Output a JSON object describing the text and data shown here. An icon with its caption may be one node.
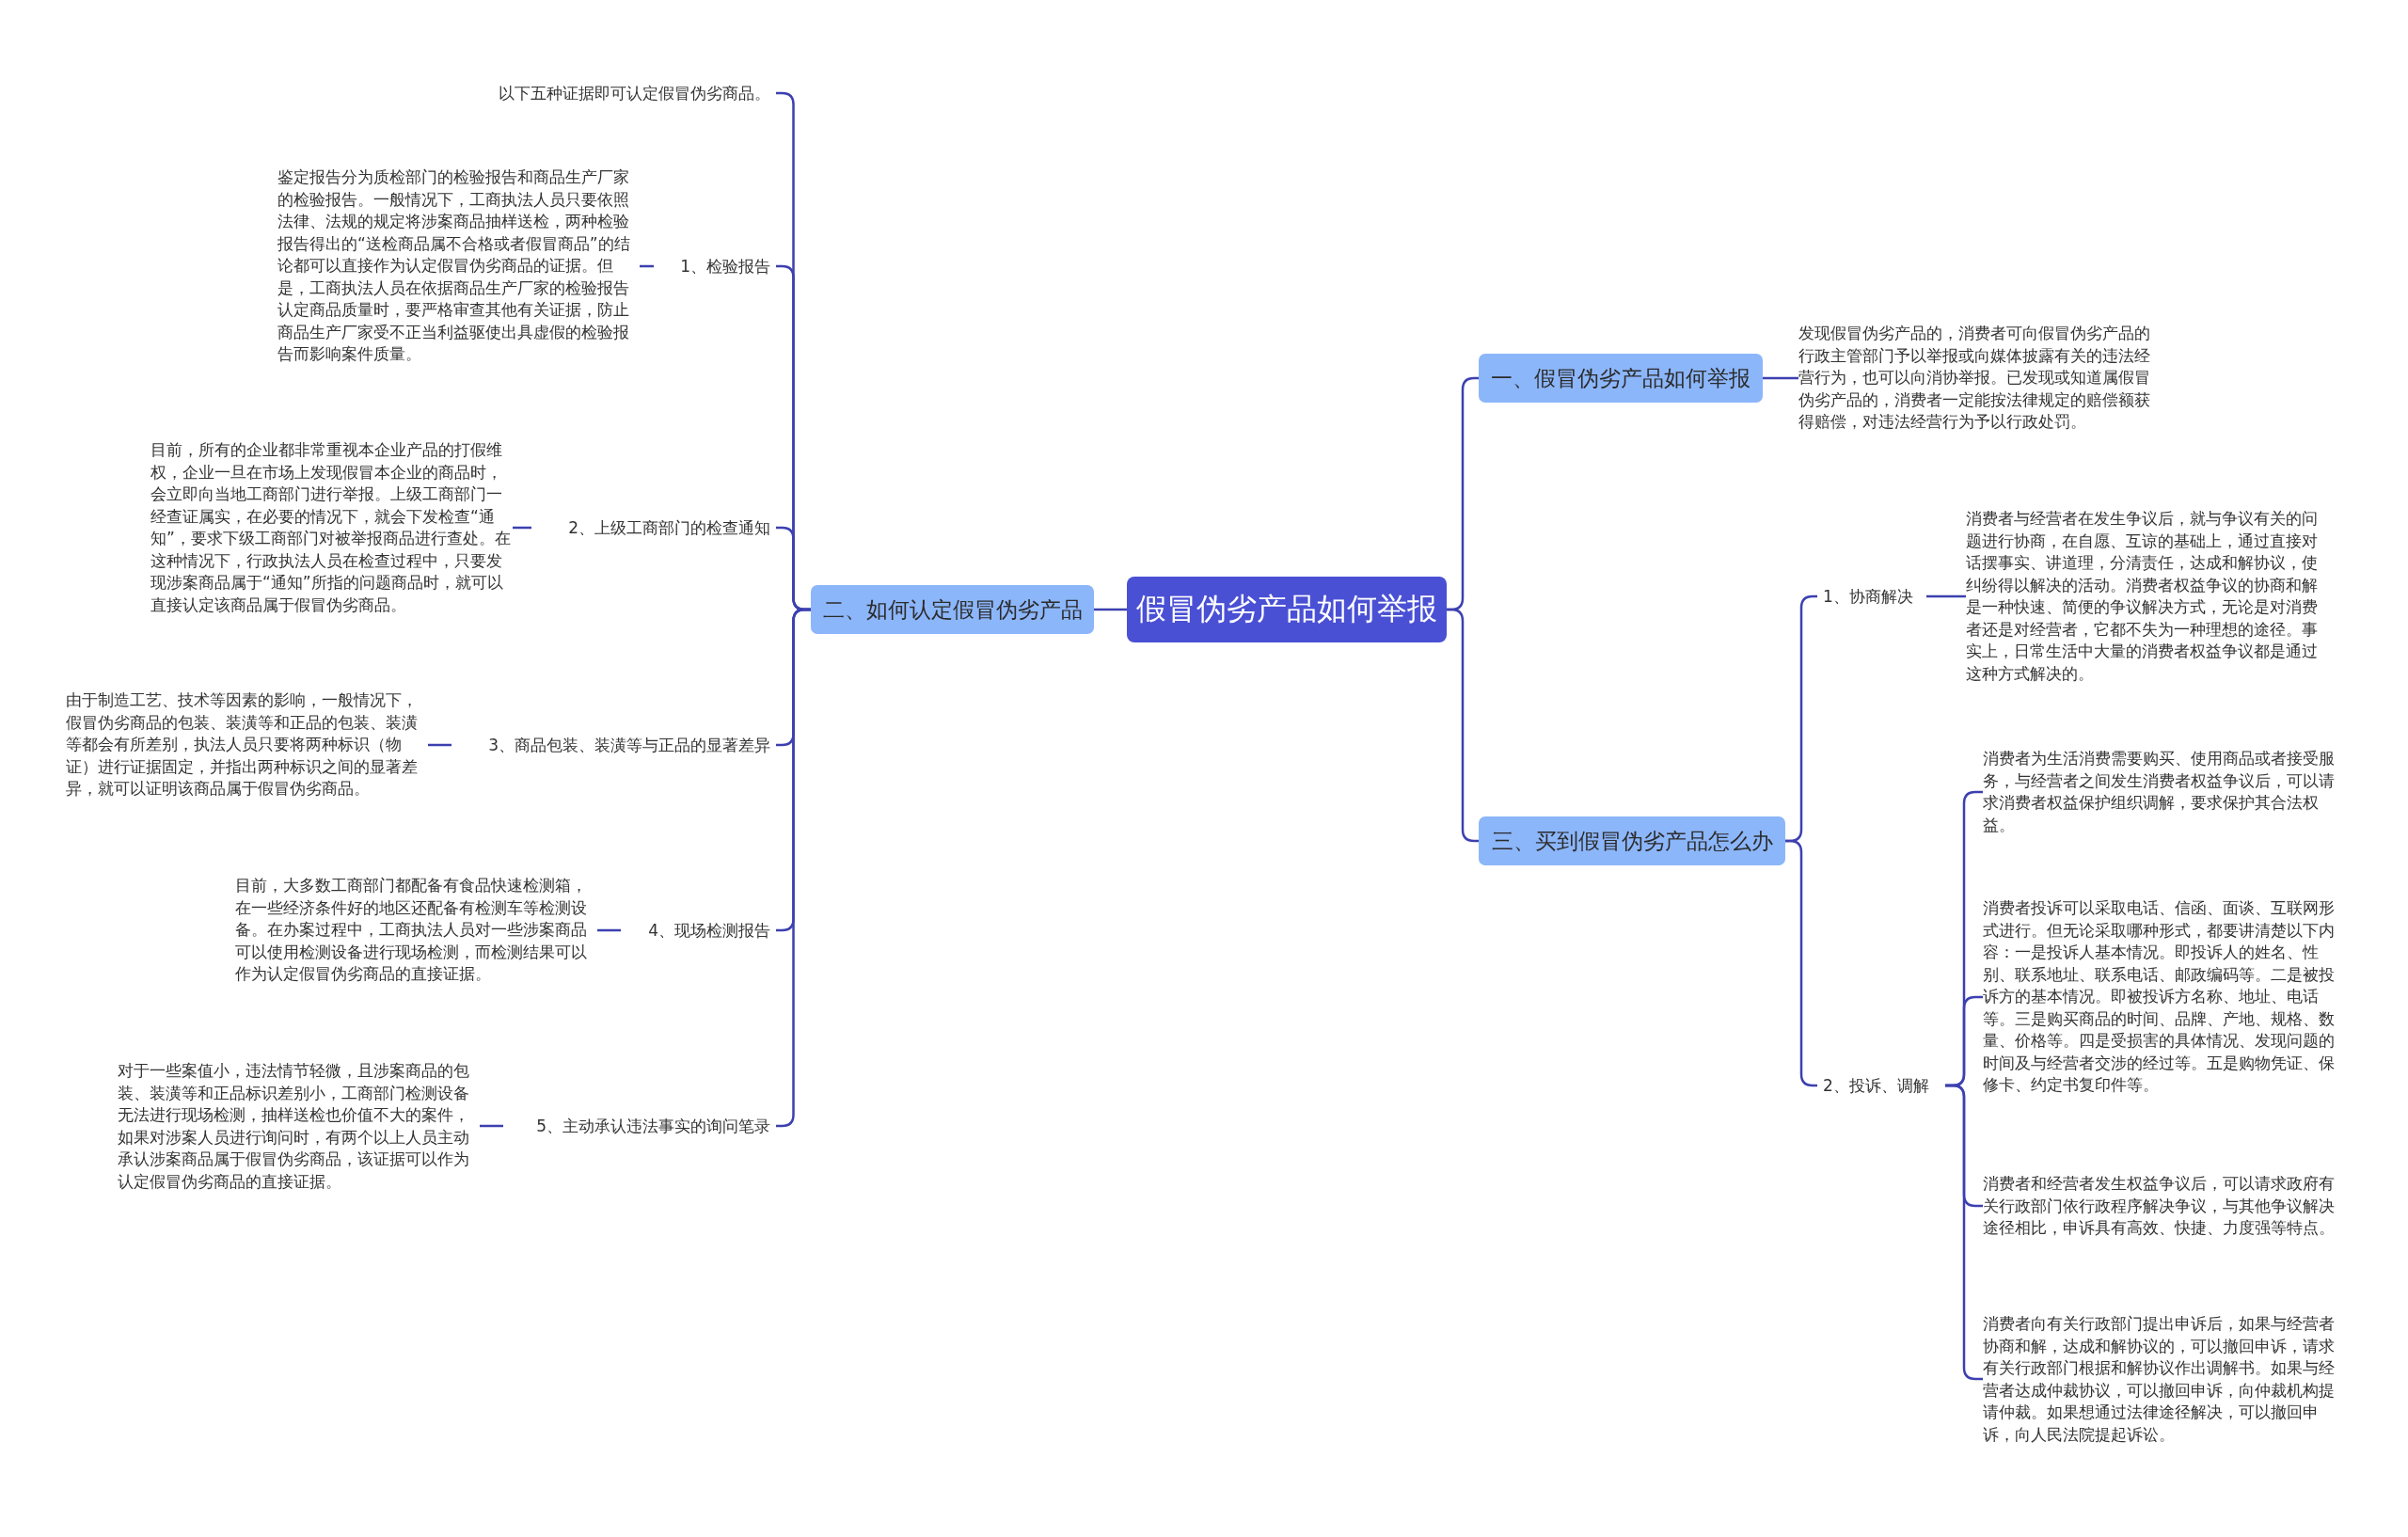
{
  "diagram": {
    "nodes": [
      {
        "text": [
          "假冒伪劣产品如何举报"
        ]
      },
      {
        "text": [
          "一、假冒伪劣产品如何举报"
        ]
      },
      {
        "text": [
          "发现假冒伪劣产品的，消费者可向假冒伪劣产品的行政主管部门予以举报或向媒体披露有关的违法经营行为，也可以向消协举报。已发现或知道属假冒伪劣产品的，消费者一定能按法律规定的赔偿额获得赔偿，对违法经营行为予以行政处罚。"
        ]
      },
      {
        "text": [
          "二、如何认定假冒伪劣产品"
        ]
      },
      {
        "text": [
          "以下五种证据即可认定假冒伪劣商品。"
        ]
      },
      {
        "text": [
          "1、检验报告"
        ]
      },
      {
        "text": [
          "鉴定报告分为质检部门的检验报告和商品生产厂家的检验报告。一般情况下，工商执法人员只要依照法律、法规的规定将涉案商品抽样送检，两种检验报告得出的“送检商品属不合格或者假冒商品”的结论都可以直接作为认定假冒伪劣商品的证据。但是，工商执法人员在依据商品生产厂家的检验报告认定商品质量时，要严格审查其他有关证据，防止商品生产厂家受不正当利益驱使出具虚假的检验报告而影响案件质量。"
        ]
      },
      {
        "text": [
          "2、上级工商部门的检查通知"
        ]
      },
      {
        "text": [
          "目前，所有的企业都非常重视本企业产品的打假维权，企业一旦在市场上发现假冒本企业的商品时，会立即向当地工商部门进行举报。上级工商部门一经查证属实，在必要的情况下，就会下发检查“通知”，要求下级工商部门对被举报商品进行查处。在这种情况下，行政执法人员在检查过程中，只要发现涉案商品属于“通知”所指的问题商品时，就可以直接认定该商品属于假冒伪劣商品。"
        ]
      },
      {
        "text": [
          "3、商品包装、装潢等与正品的显著差异"
        ]
      },
      {
        "text": [
          "由于制造工艺、技术等因素的影响，一般情况下，假冒伪劣商品的包装、装潢等和正品的包装、装潢等都会有所差别，执法人员只要将两种标识（物证）进行证据固定，并指出两种标识之间的显著差异，就可以证明该商品属于假冒伪劣商品。"
        ]
      },
      {
        "text": [
          "4、现场检测报告"
        ]
      },
      {
        "text": [
          "目前，大多数工商部门都配备有食品快速检测箱，在一些经济条件好的地区还配备有检测车等检测设备。在办案过程中，工商执法人员对一些涉案商品可以使用检测设备进行现场检测，而检测结果可以作为认定假冒伪劣商品的直接证据。"
        ]
      },
      {
        "text": [
          "5、主动承认违法事实的询问笔录"
        ]
      },
      {
        "text": [
          "对于一些案值小，违法情节轻微，且涉案商品的包装、装潢等和正品标识差别小，工商部门检测设备无法进行现场检测，抽样送检也价值不大的案件，如果对涉案人员进行询问时，有两个以上人员主动承认涉案商品属于假冒伪劣商品，该证据可以作为认定假冒伪劣商品的直接证据。"
        ]
      },
      {
        "text": [
          "三、买到假冒伪劣产品怎么办"
        ]
      },
      {
        "text": [
          "1、协商解决"
        ]
      },
      {
        "text": [
          "消费者与经营者在发生争议后，就与争议有关的问题进行协商，在自愿、互谅的基础上，通过直接对话摆事实、讲道理，分清责任，达成和解协议，使纠纷得以解决的活动。消费者权益争议的协商和解是一种快速、简便的争议解决方式，无论是对消费者还是对经营者，它都不失为一种理想的途径。事实上，日常生活中大量的消费者权益争议都是通过这种方式解决的。"
        ]
      },
      {
        "text": [
          "2、投诉、调解"
        ]
      },
      {
        "text": [
          "消费者为生活消费需要购买、使用商品或者接受服务，与经营者之间发生消费者权益争议后，可以请求消费者权益保护组织调解，要求保护其合法权益。"
        ]
      },
      {
        "text": [
          "消费者投诉可以采取电话、信函、面谈、互联网形式进行。但无论采取哪种形式，都要讲清楚以下内容：一是投诉人基本情况。即投诉人的姓名、性别、联系地址、联系电话、邮政编码等。二是被投诉方的基本情况。即被投诉方名称、地址、电话等。三是购买商品的时间、品牌、产地、规格、数量、价格等。四是受损害的具体情况、发现问题的时间及与经营者交涉的经过等。五是购物凭证、保修卡、约定书复印件等。"
        ]
      },
      {
        "text": [
          "消费者和经营者发生权益争议后，可以请求政府有关行政部门依行政程序解决争议，与其他争议解决途径相比，申诉具有高效、快捷、力度强等特点。"
        ]
      },
      {
        "text": [
          "消费者向有关行政部门提出申诉后，如果与经营者协商和解，达成和解协议的，可以撤回申诉，请求有关行政部门根据和解协议作出调解书。如果与经营者达成仲裁协议，可以撤回申诉，向仲裁机构提请仲裁。如果想通过法律途径解决，可以撤回申诉，向人民法院提起诉讼。"
        ]
      }
    ],
    "edges": [
      {
        "from": 0,
        "to": 1,
        "arrow": "none"
      },
      {
        "from": 1,
        "to": 2,
        "arrow": "none"
      },
      {
        "from": 0,
        "to": 3,
        "arrow": "none"
      },
      {
        "from": 3,
        "to": 4,
        "arrow": "none"
      },
      {
        "from": 3,
        "to": 5,
        "arrow": "none"
      },
      {
        "from": 5,
        "to": 6,
        "arrow": "none"
      },
      {
        "from": 3,
        "to": 7,
        "arrow": "none"
      },
      {
        "from": 7,
        "to": 8,
        "arrow": "none"
      },
      {
        "from": 3,
        "to": 9,
        "arrow": "none"
      },
      {
        "from": 9,
        "to": 10,
        "arrow": "none"
      },
      {
        "from": 3,
        "to": 11,
        "arrow": "none"
      },
      {
        "from": 11,
        "to": 12,
        "arrow": "none"
      },
      {
        "from": 3,
        "to": 13,
        "arrow": "none"
      },
      {
        "from": 13,
        "to": 14,
        "arrow": "none"
      },
      {
        "from": 0,
        "to": 15,
        "arrow": "none"
      },
      {
        "from": 15,
        "to": 16,
        "arrow": "none"
      },
      {
        "from": 16,
        "to": 17,
        "arrow": "none"
      },
      {
        "from": 15,
        "to": 18,
        "arrow": "none"
      },
      {
        "from": 18,
        "to": 19,
        "arrow": "none"
      },
      {
        "from": 18,
        "to": 20,
        "arrow": "none"
      },
      {
        "from": 18,
        "to": 21,
        "arrow": "none"
      },
      {
        "from": 18,
        "to": 22,
        "arrow": "none"
      }
    ]
  }
}
